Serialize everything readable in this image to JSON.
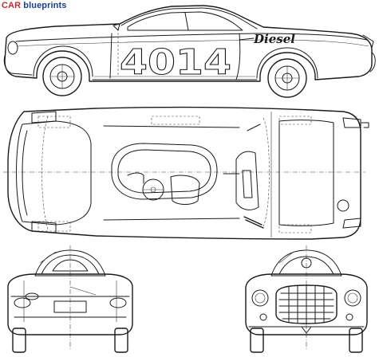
{
  "logo": {
    "brand": "CAR",
    "suffix": " blueprints"
  },
  "side_view": {
    "model_number": "4014",
    "script_badge": "Diesel"
  },
  "views": [
    "side-view",
    "top-view",
    "rear-view",
    "front-view"
  ],
  "colors": {
    "logo_brand": "#d2232a",
    "logo_suffix": "#1b3f8f",
    "line": "#1a1a1a",
    "background": "#ffffff"
  }
}
